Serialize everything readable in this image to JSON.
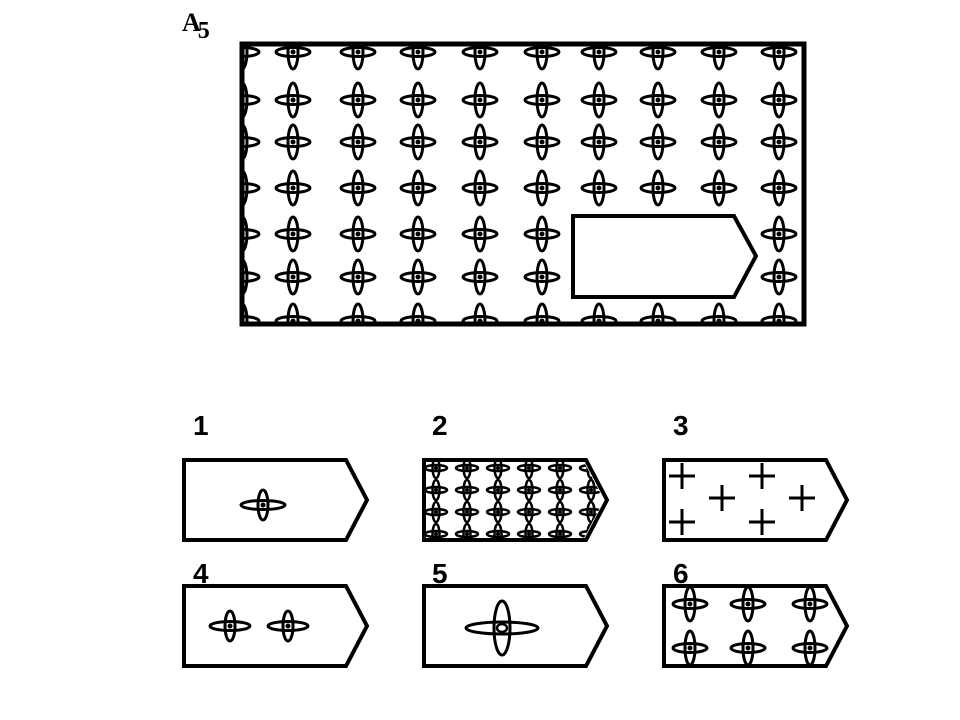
{
  "puzzle": {
    "title_letter": "A",
    "title_number": "5"
  },
  "options": [
    {
      "label": "1",
      "pattern": "single-small-motif"
    },
    {
      "label": "2",
      "pattern": "dense-small-motifs"
    },
    {
      "label": "3",
      "pattern": "plus-signs"
    },
    {
      "label": "4",
      "pattern": "two-motifs"
    },
    {
      "label": "5",
      "pattern": "single-large-motif"
    },
    {
      "label": "6",
      "pattern": "six-motifs-correct-density"
    }
  ],
  "colors": {
    "stroke": "#000000",
    "background": "#ffffff"
  }
}
